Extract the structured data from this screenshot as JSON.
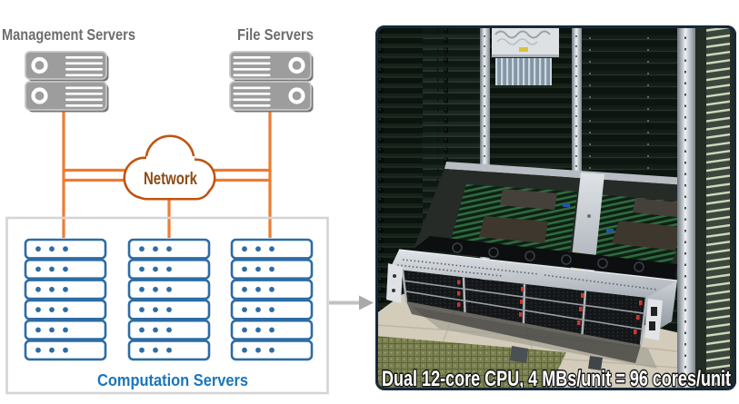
{
  "page": {
    "background": "#ffffff"
  },
  "cluster_diagram": {
    "management_servers": {
      "label": "Management Servers",
      "unit_count": 2
    },
    "file_servers": {
      "label": "File Servers",
      "unit_count": 2
    },
    "network": {
      "label": "Network"
    },
    "computation_servers": {
      "label": "Computation Servers",
      "stack_count": 3,
      "units_per_stack": 6,
      "dots_per_unit": 3
    },
    "colors": {
      "connector_orange": "#ED7D31",
      "cloud_outline": "#C0530F",
      "network_text": "#8C4A15",
      "server_icon_gray": "#9D9D9D",
      "label_gray": "#6D6D6D",
      "compute_blue": "#2D6CA5",
      "compute_label_blue": "#1B76BC",
      "box_border": "#D4D4D4",
      "arrow_gray": "#C2C2C2"
    }
  },
  "photo": {
    "caption": "Dual 12-core CPU, 4 MBs/unit = 96 cores/unit",
    "description": "Server room racks with a 2U compute node pulled out showing RAM banks, heatsinks, fans and 12 hot-swap drive bays"
  }
}
